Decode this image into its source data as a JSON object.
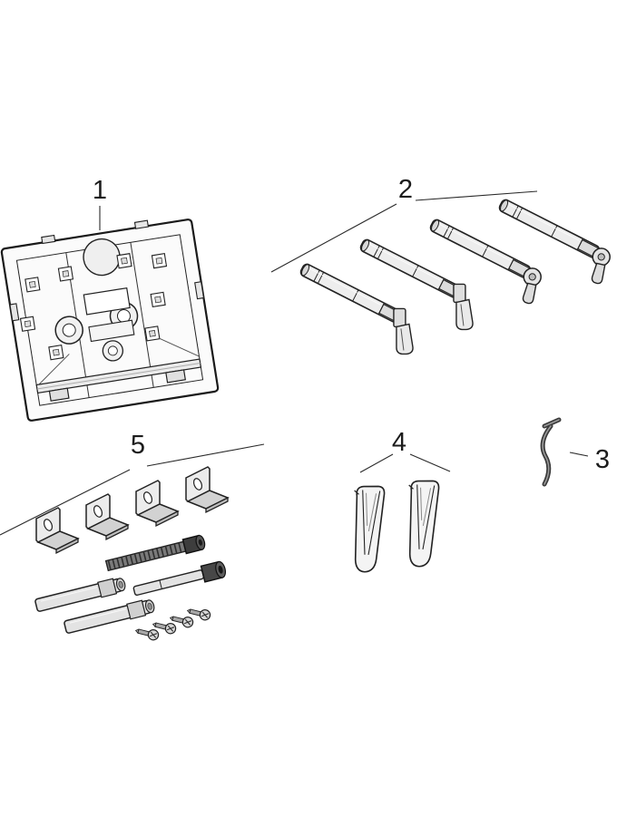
{
  "diagram": {
    "kind": "spare-parts-exploded-diagram",
    "background_color": "#ffffff",
    "line_color": "#222222",
    "metal_light_color": "#ededed",
    "metal_dark_color": "#3d3d3d",
    "labels": [
      {
        "id": "1",
        "part_name": "mounting-frame-plate"
      },
      {
        "id": "2",
        "part_name": "actuating-rod-set"
      },
      {
        "id": "3",
        "part_name": "hook-rod"
      },
      {
        "id": "4",
        "part_name": "spring-clip-pair"
      },
      {
        "id": "5",
        "part_name": "fixing-set-brackets-bolts-screws"
      }
    ]
  }
}
